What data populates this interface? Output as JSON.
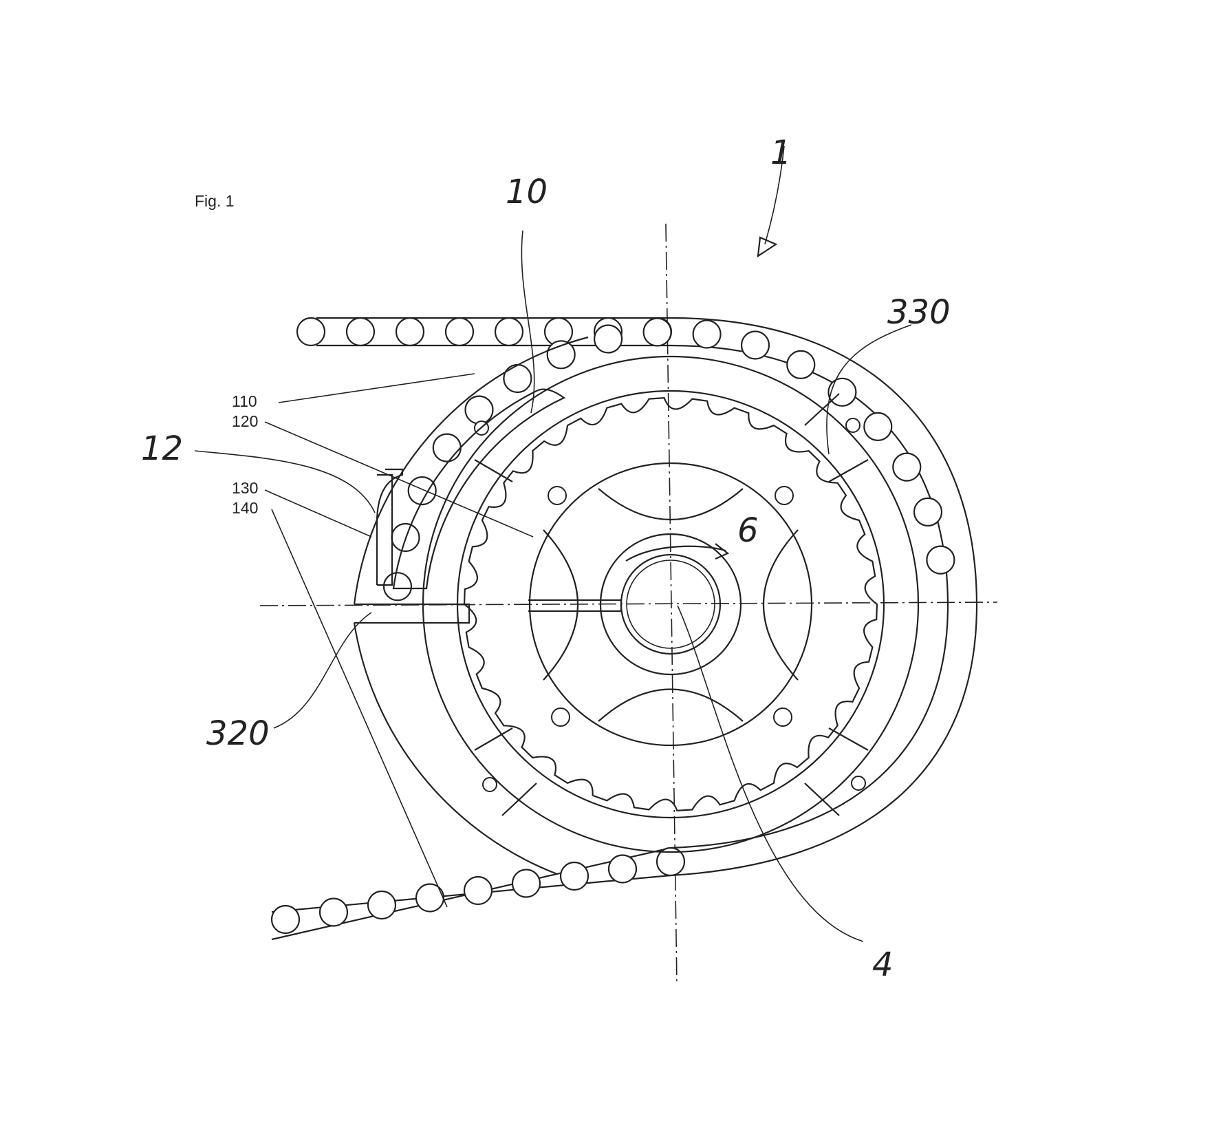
{
  "figure": {
    "caption": "Fig. 1"
  },
  "reference_numerals": {
    "assembly": "1",
    "guide": "10",
    "segment": "12",
    "ref_110": "110",
    "ref_120": "120",
    "ref_130": "130",
    "ref_140": "140",
    "ref_320": "320",
    "ref_330": "330",
    "rotation": "6",
    "shaft": "4"
  },
  "colors": {
    "ink": "#222222",
    "paper": "#ffffff"
  },
  "icons": {
    "rotation_arrow": "curved-arrow-icon",
    "pointer_arrow": "arrowhead-icon"
  }
}
